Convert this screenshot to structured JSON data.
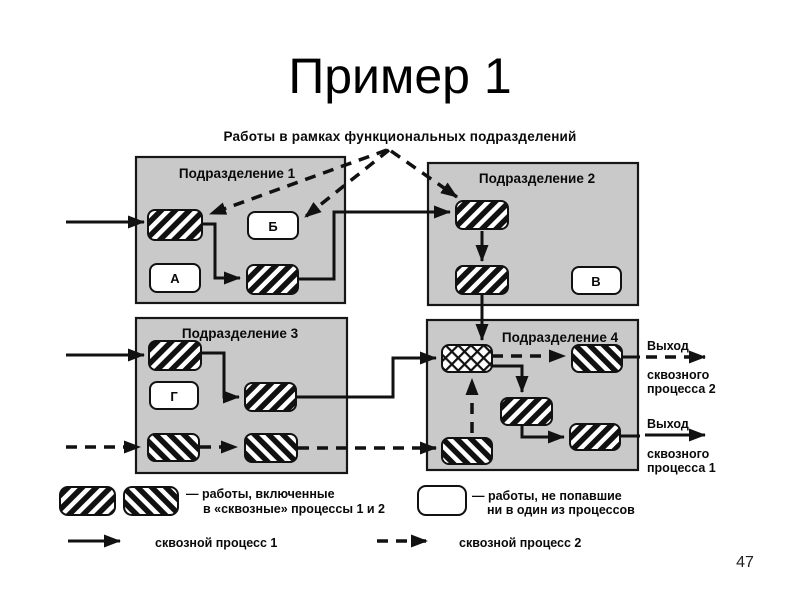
{
  "slide": {
    "title": "Пример 1",
    "page_number": "47"
  },
  "diagram": {
    "caption": "Работы в рамках функциональных подразделений",
    "departments": [
      {
        "label": "Подразделение 1"
      },
      {
        "label": "Подразделение 2"
      },
      {
        "label": "Подразделение 3"
      },
      {
        "label": "Подразделение 4"
      }
    ],
    "unassigned_works": [
      {
        "label": "А"
      },
      {
        "label": "Б"
      },
      {
        "label": "В"
      },
      {
        "label": "Г"
      }
    ],
    "outputs": [
      {
        "line1": "Выход",
        "line2": "сквозного",
        "line3": "процесса 2",
        "arrow_style": "dashed"
      },
      {
        "line1": "Выход",
        "line2": "сквозного",
        "line3": "процесса 1",
        "arrow_style": "solid"
      }
    ],
    "legend": {
      "included_works_line1": "— работы, включенные",
      "included_works_line2": "в «сквозные» процессы 1 и 2",
      "excluded_works_line1": "— работы, не попавшие",
      "excluded_works_line2": "ни в один из процессов",
      "process1_label": "сквозной процесс 1",
      "process2_label": "сквозной процесс 2"
    },
    "colors": {
      "background": "#ffffff",
      "department_fill": "#c9c9c9",
      "line": "#111111",
      "work_fill": "#ffffff",
      "text": "#0a0a0a"
    }
  }
}
